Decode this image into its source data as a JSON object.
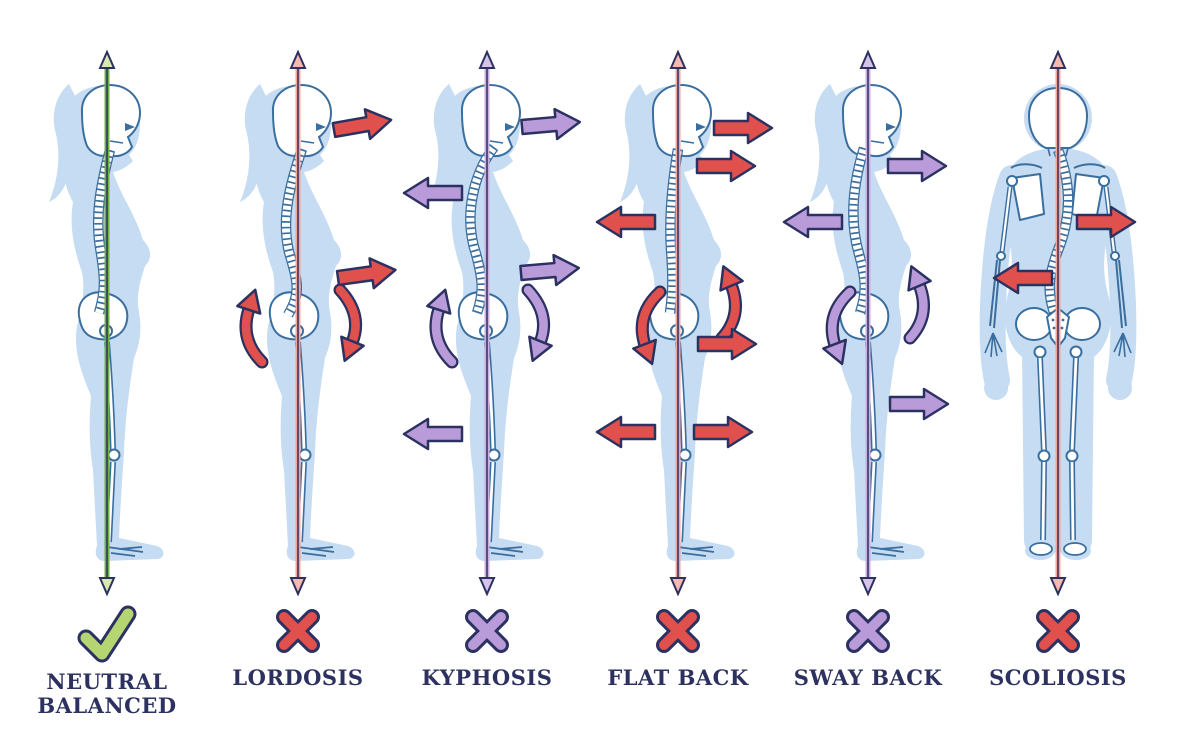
{
  "diagram": {
    "subject": "spine posture types comparison",
    "columns": [
      {
        "label": "NEUTRAL BALANCED",
        "posture": "neutral balanced",
        "view": "side",
        "assessment": "correct",
        "mark": "check",
        "mark_color": "#b5d573",
        "line_color": "#6fb043",
        "arrow_color": null,
        "arrows": []
      },
      {
        "label": "LORDOSIS",
        "posture": "lordosis",
        "view": "side",
        "assessment": "incorrect",
        "mark": "cross",
        "mark_color": "#e0504d",
        "line_color": "#e0504d",
        "arrow_color": "#e0514e",
        "arrows": [
          "head-forward",
          "lumbar-forward",
          "pelvis-back-rotates-up",
          "pelvis-front-rotates-down"
        ]
      },
      {
        "label": "KYPHOSIS",
        "posture": "kyphosis",
        "view": "side",
        "assessment": "incorrect",
        "mark": "cross",
        "mark_color": "#b89bd8",
        "line_color": "#b89bd8",
        "arrow_color": "#b89bd8",
        "arrows": [
          "head-forward",
          "upper-back-backward",
          "lower-spine-forward",
          "pelvis-back-rotates-up",
          "pelvis-front-rotates-down",
          "knee-backward"
        ]
      },
      {
        "label": "FLAT BACK",
        "posture": "flat back",
        "view": "side",
        "assessment": "incorrect",
        "mark": "cross",
        "mark_color": "#e0504d",
        "line_color": "#e0504d",
        "arrow_color": "#e0514e",
        "arrows": [
          "head-forward",
          "neck-forward",
          "mid-back-backward",
          "pelvis-back-rotates-down",
          "pelvis-front-rotates-up",
          "hip-forward",
          "knee-backward",
          "knee-forward"
        ]
      },
      {
        "label": "SWAY BACK",
        "posture": "sway back",
        "view": "side",
        "assessment": "incorrect",
        "mark": "cross",
        "mark_color": "#b89bd8",
        "line_color": "#b89bd8",
        "arrow_color": "#b89bd8",
        "arrows": [
          "neck-forward",
          "mid-back-backward",
          "pelvis-back-rotates-down",
          "pelvis-front-rotates-up",
          "thigh-forward"
        ]
      },
      {
        "label": "SCOLIOSIS",
        "posture": "scoliosis",
        "view": "back",
        "assessment": "incorrect",
        "mark": "cross",
        "mark_color": "#e0504d",
        "line_color": "#e0504d",
        "arrow_color": "#e0514e",
        "arrows": [
          "upper-spine-right",
          "lower-spine-left"
        ]
      }
    ],
    "palette": {
      "silhouette_blue": "#c5dcf2",
      "bone_outline_blue": "#3a6e9e",
      "text_navy": "#2d3160",
      "outline_navy": "#2b3160",
      "red": "#e0514e",
      "red_tint": "#f0a29c",
      "purple": "#b89bd8",
      "purple_tint": "#c9aede",
      "green": "#6fb043",
      "check_green": "#b5d573"
    }
  }
}
